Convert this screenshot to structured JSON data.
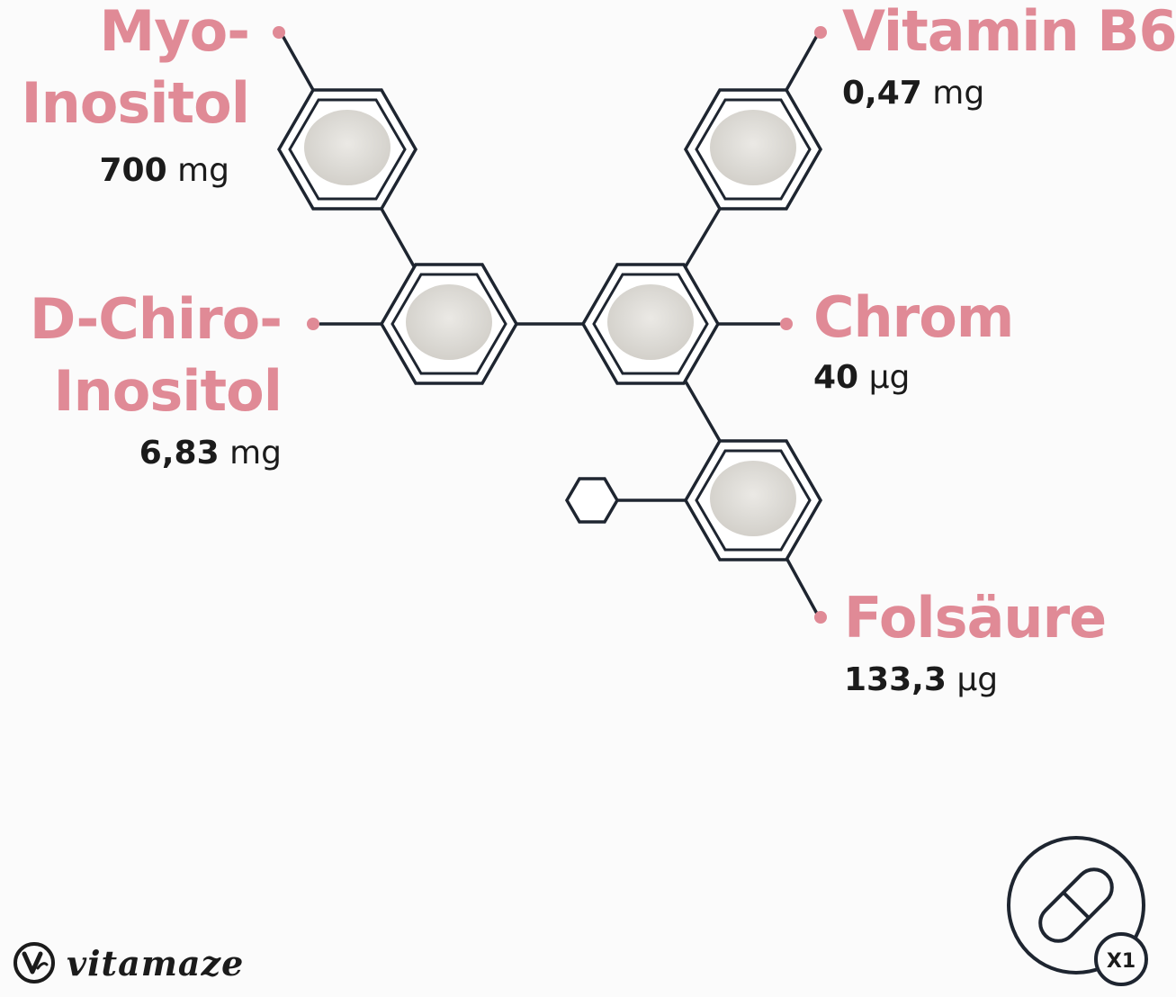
{
  "ingredients": [
    {
      "id": "myo",
      "name_line1": "Myo-",
      "name_line2": "Inositol",
      "amount": "700",
      "unit": "mg"
    },
    {
      "id": "dchiro",
      "name_line1": "D-Chiro-",
      "name_line2": "Inositol",
      "amount": "6,83",
      "unit": "mg"
    },
    {
      "id": "b6",
      "name": "Vitamin B6",
      "amount": "0,47",
      "unit": "mg"
    },
    {
      "id": "chrom",
      "name": "Chrom",
      "amount": "40",
      "unit": "µg"
    },
    {
      "id": "fols",
      "name": "Folsäure",
      "amount": "133,3",
      "unit": "µg"
    }
  ],
  "dosage": {
    "label": "X1"
  },
  "brand": {
    "name": "vitamaze"
  },
  "colors": {
    "accent": "#e08a96",
    "line": "#1e2530",
    "text": "#1b1b1b",
    "powder": "#dcdad5"
  }
}
